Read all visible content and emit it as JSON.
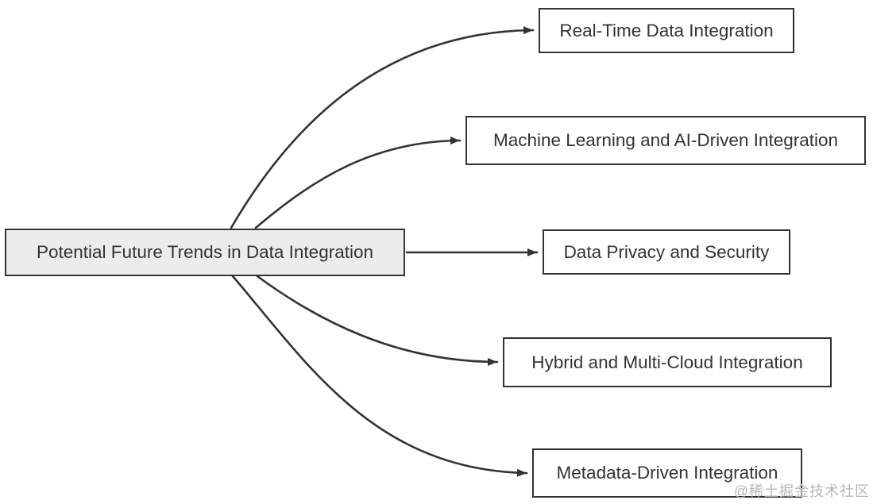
{
  "diagram": {
    "type": "flowchart",
    "direction": "left-to-right",
    "root": {
      "label": "Potential Future Trends in Data Integration"
    },
    "children": [
      {
        "label": "Real-Time Data Integration"
      },
      {
        "label": "Machine Learning and AI-Driven Integration"
      },
      {
        "label": "Data Privacy and Security"
      },
      {
        "label": "Hybrid and Multi-Cloud Integration"
      },
      {
        "label": "Metadata-Driven Integration"
      }
    ],
    "edges": [
      {
        "from": "Potential Future Trends in Data Integration",
        "to": "Real-Time Data Integration",
        "style": "curved-arrow"
      },
      {
        "from": "Potential Future Trends in Data Integration",
        "to": "Machine Learning and AI-Driven Integration",
        "style": "curved-arrow"
      },
      {
        "from": "Potential Future Trends in Data Integration",
        "to": "Data Privacy and Security",
        "style": "straight-arrow"
      },
      {
        "from": "Potential Future Trends in Data Integration",
        "to": "Hybrid and Multi-Cloud Integration",
        "style": "curved-arrow"
      },
      {
        "from": "Potential Future Trends in Data Integration",
        "to": "Metadata-Driven Integration",
        "style": "curved-arrow"
      }
    ],
    "colors": {
      "root_fill": "#ececec",
      "child_fill": "#ffffff",
      "border": "#333333",
      "edge": "#333333",
      "text": "#333333"
    }
  },
  "watermark": {
    "text": "@稀土掘金技术社区",
    "color": "#b8b8b8"
  }
}
